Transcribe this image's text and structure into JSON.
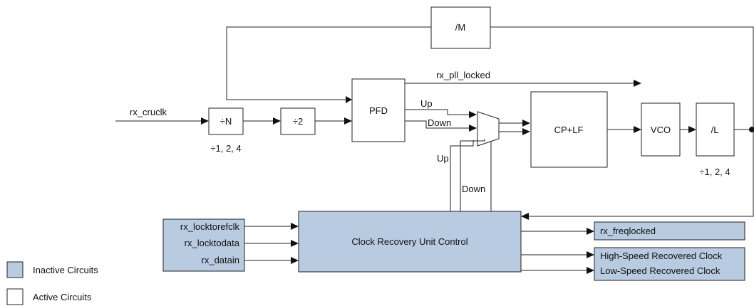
{
  "colors": {
    "inactive_fill": "#b8cbe0",
    "active_fill": "#ffffff",
    "line": "#222222"
  },
  "blocks": {
    "div_m": "/M",
    "div_n": "÷N",
    "div_2": "÷2",
    "pfd": "PFD",
    "cp_lf": "CP+LF",
    "vco": "VCO",
    "div_l": "/L",
    "cru_control": "Clock Recovery Unit Control"
  },
  "signals": {
    "rx_cruclk": "rx_cruclk",
    "rx_pll_locked": "rx_pll_locked",
    "up_pfd": "Up",
    "down_pfd": "Down",
    "up_cru": "Up",
    "down_cru": "Down"
  },
  "inputs": [
    "rx_locktorefclk",
    "rx_locktodata",
    "rx_datain"
  ],
  "outputs": {
    "freqlocked": "rx_freqlocked",
    "clocks": [
      "High-Speed Recovered Clock",
      "Low-Speed Recovered Clock"
    ]
  },
  "annotations": {
    "div_n_options": "÷1, 2, 4",
    "div_l_options": "÷1, 2, 4"
  },
  "legend": {
    "inactive": "Inactive Circuits",
    "active": "Active Circuits"
  }
}
